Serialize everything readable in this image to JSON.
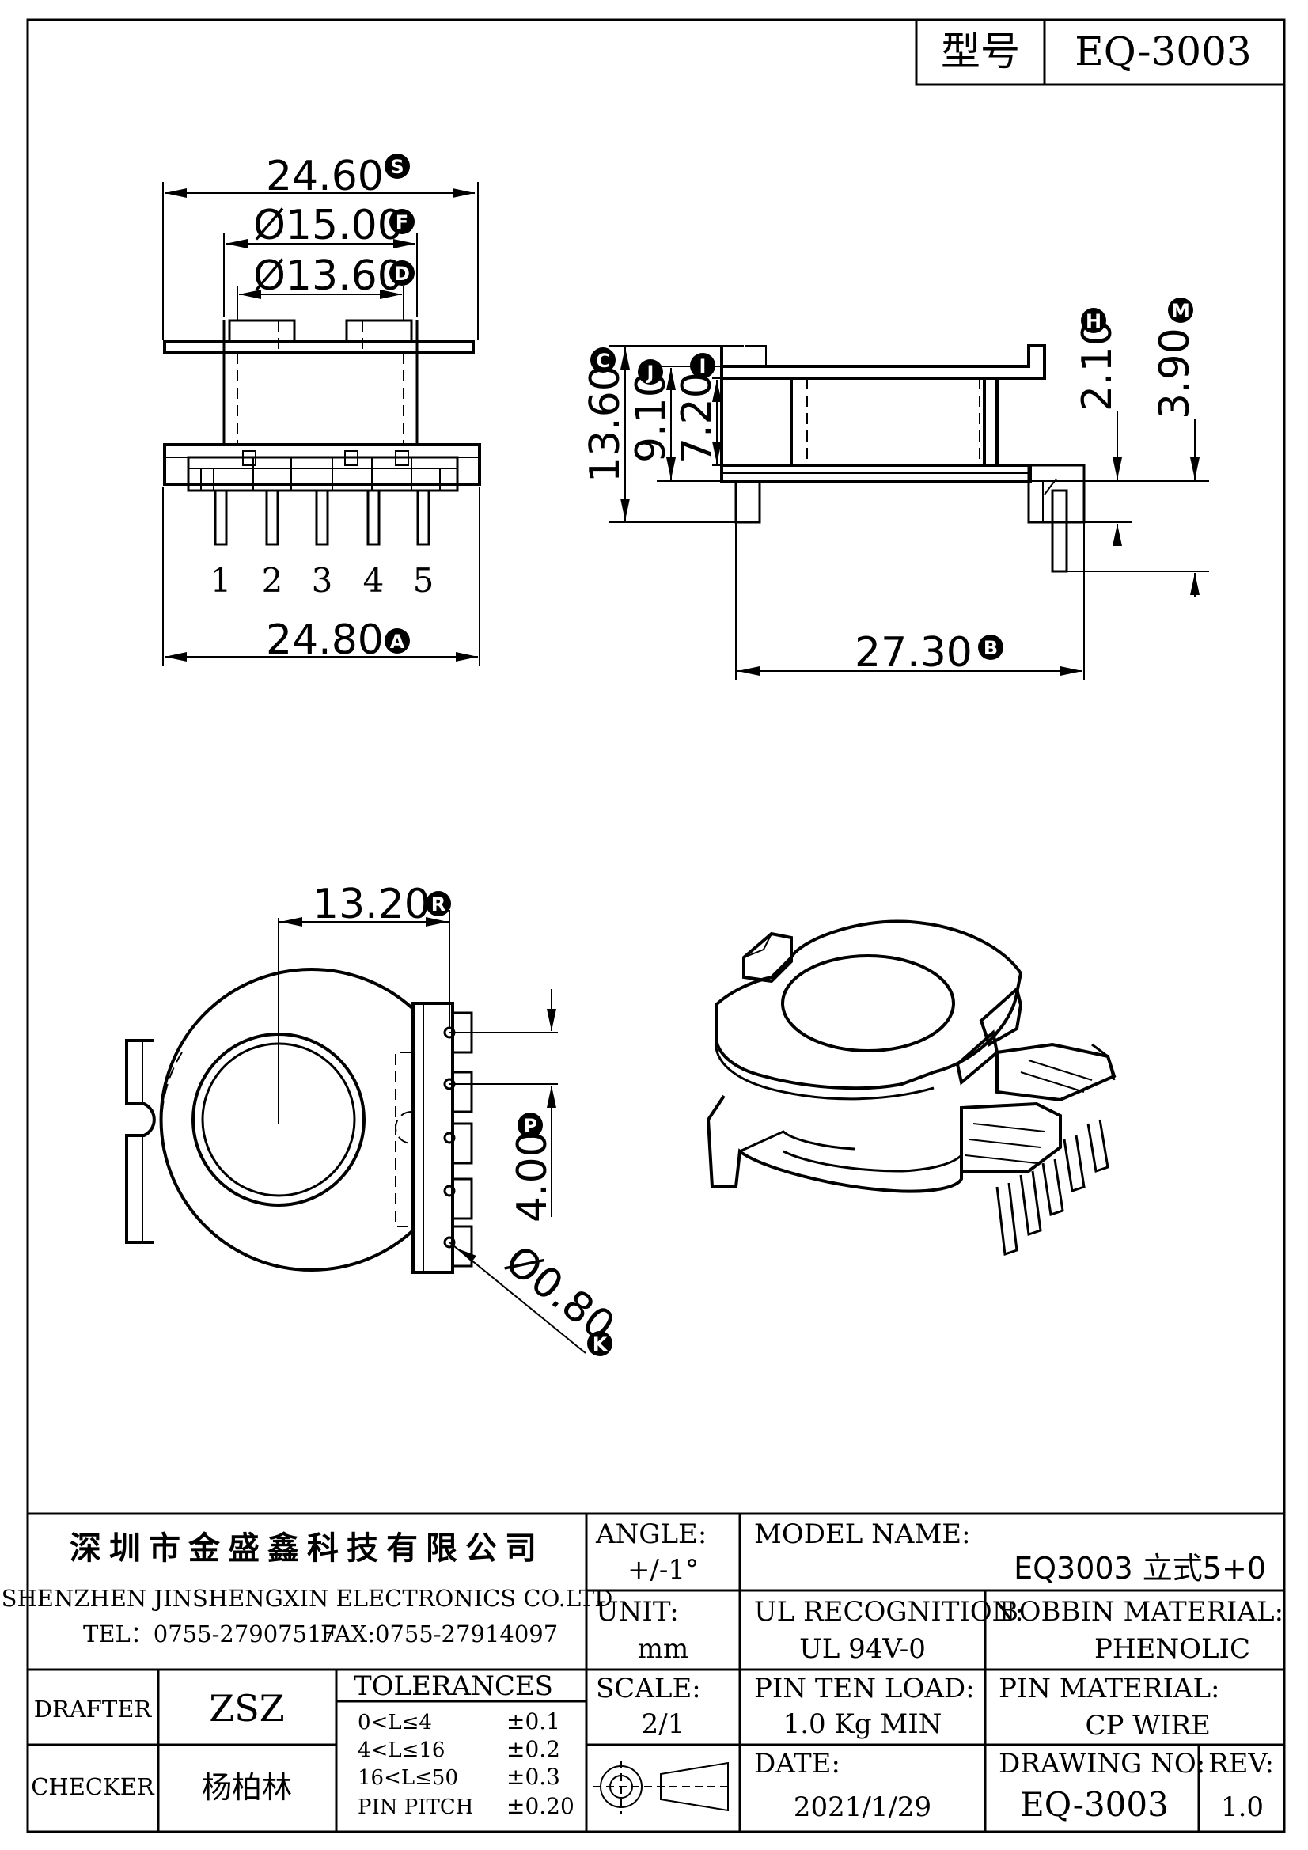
{
  "header": {
    "model_label": "型号",
    "model_value": "EQ-3003"
  },
  "dims": {
    "s": {
      "value": "24.60",
      "tag": "S"
    },
    "f": {
      "value": "Ø15.00",
      "tag": "F"
    },
    "d": {
      "value": "Ø13.60",
      "tag": "D"
    },
    "a": {
      "value": "24.80",
      "tag": "A"
    },
    "b": {
      "value": "27.30",
      "tag": "B"
    },
    "c": {
      "value": "13.60",
      "tag": "C"
    },
    "j": {
      "value": "9.10",
      "tag": "J"
    },
    "i": {
      "value": "7.20",
      "tag": "I"
    },
    "h": {
      "value": "2.10",
      "tag": "H"
    },
    "m": {
      "value": "3.90",
      "tag": "M"
    },
    "r": {
      "value": "13.20",
      "tag": "R"
    },
    "p": {
      "value": "4.00",
      "tag": "P"
    },
    "k": {
      "value": "Ø0.80",
      "tag": "K"
    }
  },
  "pins": [
    "1",
    "2",
    "3",
    "4",
    "5"
  ],
  "title_block": {
    "company_cn": "深圳市金盛鑫科技有限公司",
    "company_en": "SHENZHEN JINSHENGXIN ELECTRONICS CO.LTD",
    "tel": "TEL：0755-27907517",
    "fax": "FAX:0755-27914097",
    "angle_label": "ANGLE:",
    "angle_value": "+/-1°",
    "unit_label": "UNIT:",
    "unit_value": "mm",
    "scale_label": "SCALE:",
    "scale_value": "2/1",
    "model_name_label": "MODEL NAME:",
    "model_name_value": "EQ3003 立式5+0",
    "ul_label": "UL RECOGNITION:",
    "ul_value": "UL 94V-0",
    "bobbin_label": "BOBBIN MATERIAL:",
    "bobbin_value": "PHENOLIC",
    "pin_load_label": "PIN TEN LOAD:",
    "pin_load_value": "1.0 Kg MIN",
    "pin_material_label": "PIN MATERIAL:",
    "pin_material_value": "CP WIRE",
    "date_label": "DATE:",
    "date_value": "2021/1/29",
    "drawing_no_label": "DRAWING NO:",
    "drawing_no_value": "EQ-3003",
    "rev_label": "REV:",
    "rev_value": "1.0",
    "drafter_label": "DRAFTER",
    "drafter_value": "ZSZ",
    "checker_label": "CHECKER",
    "checker_value": "杨柏林",
    "tolerances_label": "TOLERANCES",
    "tolerances": [
      {
        "range": "0<L≤4",
        "tol": "±0.1"
      },
      {
        "range": "4<L≤16",
        "tol": "±0.2"
      },
      {
        "range": "16<L≤50",
        "tol": "±0.3"
      },
      {
        "range": "PIN PITCH",
        "tol": "±0.20"
      }
    ]
  }
}
